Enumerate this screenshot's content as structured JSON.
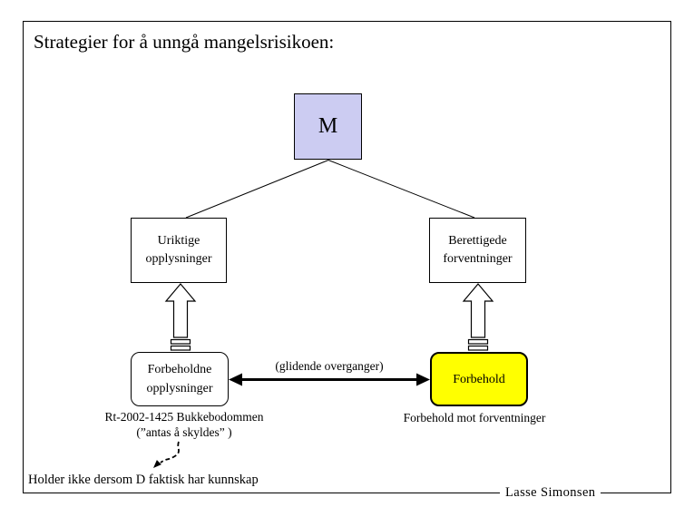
{
  "slide": {
    "title": "Strategier for å unngå mangelsrisikoen:",
    "footer_author": "Lasse Simonsen"
  },
  "diagram": {
    "root": {
      "label": "M"
    },
    "nodes": {
      "uriktige": {
        "line1": "Uriktige",
        "line2": "opplysninger"
      },
      "berettigede": {
        "line1": "Berettigede",
        "line2": "forventninger"
      },
      "forbeholdne": {
        "line1": "Forbeholdne",
        "line2": "opplysninger"
      },
      "forbehold": {
        "label": "Forbehold"
      }
    },
    "arrow_label": "(glidende overganger)",
    "captions": {
      "left_line1": "Rt-2002-1425 Bukkebodommen",
      "left_line2": "(”antas å skyldes” )",
      "right": "Forbehold mot forventninger",
      "note": "Holder ikke dersom D faktisk har kunnskap"
    }
  },
  "colors": {
    "m-box-fill": "#ccccf2",
    "highlight-fill": "#ffff00",
    "line": "#000000"
  }
}
